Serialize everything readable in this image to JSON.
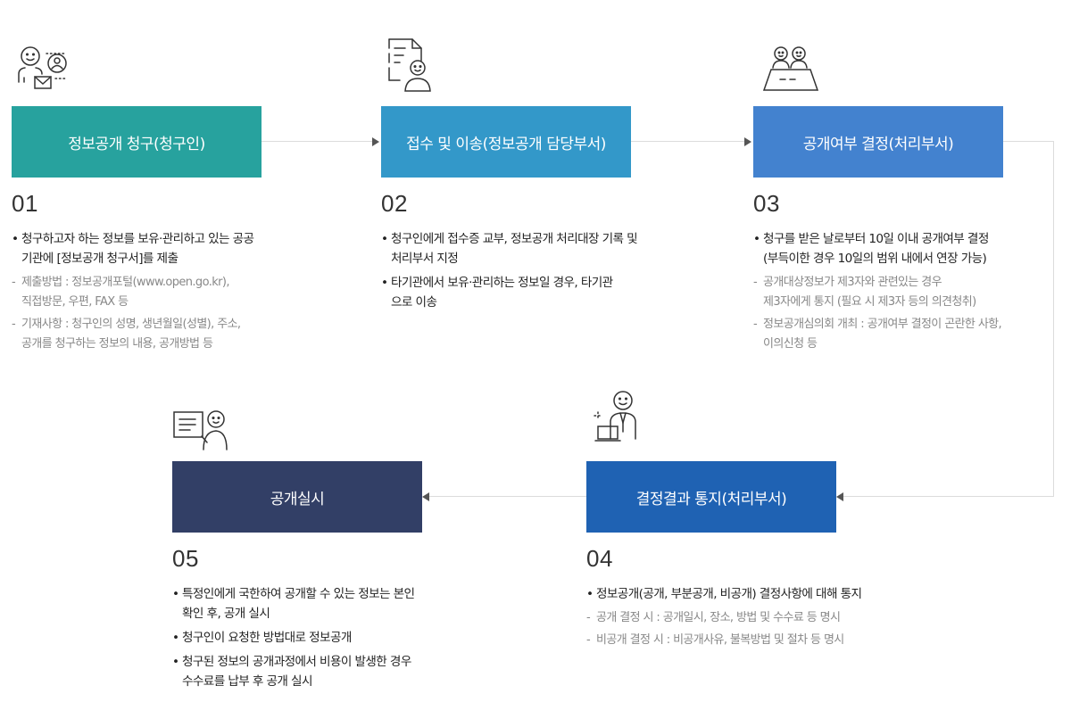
{
  "colors": {
    "step1": "#27a29e",
    "step2": "#3398c9",
    "step3": "#4382cf",
    "step4": "#1f62b3",
    "step5": "#323f66",
    "connector": "#dcdcdc",
    "arrow": "#555555"
  },
  "steps": [
    {
      "title": "정보공개 청구(청구인)",
      "number": "01",
      "icon": "person-envelope-icon",
      "items": [
        {
          "lines": [
            "청구하고자 하는 정보를 보유·관리하고 있는 공공",
            "기관에 [정보공개 청구서]를 제출"
          ]
        }
      ],
      "subs": [
        {
          "lines": [
            "제출방법 : 정보공개포털(www.open.go.kr),",
            "직접방문, 우편, FAX 등"
          ]
        },
        {
          "lines": [
            "기재사항 : 청구인의 성명, 생년월일(성별), 주소,",
            "공개를 청구하는 정보의 내용, 공개방법 등"
          ]
        }
      ]
    },
    {
      "title": "접수 및 이송(정보공개 담당부서)",
      "number": "02",
      "icon": "document-person-icon",
      "items": [
        {
          "lines": [
            "청구인에게 접수증 교부, 정보공개 처리대장 기록 및",
            "처리부서 지정"
          ]
        },
        {
          "lines": [
            "타기관에서 보유·관리하는 정보일 경우, 타기관",
            "으로 이송"
          ]
        }
      ],
      "subs": []
    },
    {
      "title": "공개여부 결정(처리부서)",
      "number": "03",
      "icon": "meeting-table-icon",
      "items": [
        {
          "lines": [
            "청구를 받은 날로부터 10일 이내 공개여부 결정",
            "(부득이한 경우 10일의 범위 내에서 연장 가능)"
          ]
        }
      ],
      "subs": [
        {
          "lines": [
            "공개대상정보가 제3자와 관련있는 경우",
            "제3자에게 통지 (필요 시 제3자 등의 의견청취)"
          ]
        },
        {
          "lines": [
            "정보공개심의회 개최 : 공개여부 결정이 곤란한 사항,",
            "이의신청 등"
          ]
        }
      ]
    },
    {
      "title": "결정결과 통지(처리부서)",
      "number": "04",
      "icon": "officer-laptop-icon",
      "items": [
        {
          "lines": [
            "정보공개(공개, 부분공개, 비공개) 결정사항에 대해 통지"
          ]
        }
      ],
      "subs": [
        {
          "lines": [
            "공개 결정 시 : 공개일시, 장소, 방법 및 수수료 등 명시"
          ]
        },
        {
          "lines": [
            "비공개 결정 시 : 비공개사유, 불복방법 및 절차 등 명시"
          ]
        }
      ]
    },
    {
      "title": "공개실시",
      "number": "05",
      "icon": "document-presenter-icon",
      "items": [
        {
          "lines": [
            "특정인에게 국한하여 공개할 수 있는 정보는 본인",
            "확인 후, 공개 실시"
          ]
        },
        {
          "lines": [
            "청구인이 요청한 방법대로 정보공개"
          ]
        },
        {
          "lines": [
            "청구된 정보의 공개과정에서 비용이 발생한 경우",
            "수수료를 납부 후 공개 실시"
          ]
        }
      ],
      "subs": []
    }
  ]
}
